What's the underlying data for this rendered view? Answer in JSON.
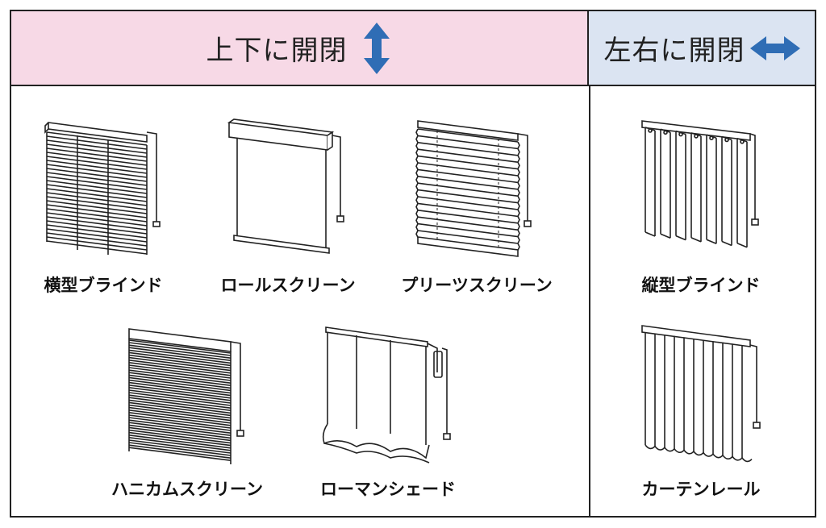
{
  "header": {
    "vertical_label": "上下に開閉",
    "horizontal_label": "左右に開閉",
    "vertical_arrow_color": "#2f6db5",
    "horizontal_arrow_color": "#2f6db5",
    "vertical_bg": "#f7d9e6",
    "horizontal_bg": "#dbe4f2"
  },
  "items": {
    "horizontal_blind": "横型ブラインド",
    "roll_screen": "ロールスクリーン",
    "pleated_screen": "プリーツスクリーン",
    "honeycomb_screen": "ハニカムスクリーン",
    "roman_shade": "ローマンシェード",
    "vertical_blind": "縦型ブラインド",
    "curtain_rail": "カーテンレール"
  }
}
